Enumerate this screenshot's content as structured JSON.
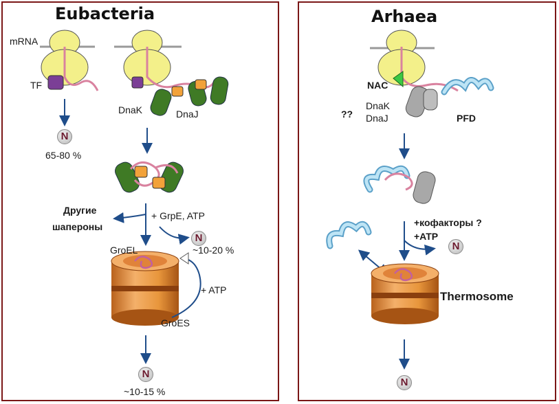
{
  "left_panel": {
    "title": "Eubacteria",
    "mrna_label": "mRNA",
    "tf_label": "TF",
    "dnak_label": "DnaK",
    "dnaj_label": "DnaJ",
    "native_symbol": "N",
    "native_tf_percent": "65-80 %",
    "other_chaperones_line1": "Другие",
    "other_chaperones_line2": "шапероны",
    "grpe_atp_label": "+ GrpE, ATP",
    "native_dnak_percent": "~10-20 %",
    "groel_label": "GroEL",
    "atp_label": "+ ATP",
    "groes_label": "GroES",
    "native_groel_percent": "~10-15 %"
  },
  "right_panel": {
    "title": "Arhaea",
    "nac_label": "NAC",
    "unknown_label": "??",
    "dnak_label": "DnaK",
    "dnaj_label": "DnaJ",
    "pfd_label": "PFD",
    "cofactors_label": "+кофакторы ?",
    "atp_label": "+ATP",
    "native_symbol": "N",
    "thermosome_label": "Thermosome"
  },
  "colors": {
    "frame": "#7a1616",
    "ribosome": "#f3f08a",
    "mrna_line": "#999999",
    "chain": "#d9829f",
    "tf": "#7b3f96",
    "dnak": "#3f7a25",
    "dnaj": "#f2a23a",
    "arrow": "#1f4d8a",
    "barrel": "#e8963c",
    "nac": "#3cc843",
    "pfd": "#8fcde8",
    "gray_dnak": "#a8a8a8"
  }
}
